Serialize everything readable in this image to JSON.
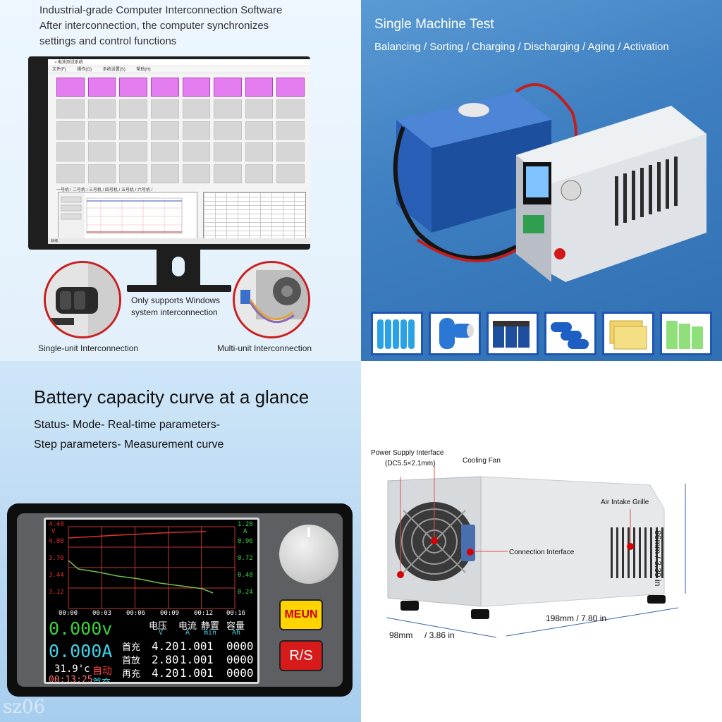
{
  "top_left": {
    "caption_lines": [
      "Industrial-grade Computer Interconnection Software",
      "After interconnection, the computer synchronizes",
      "settings and control functions"
    ],
    "note_lines": [
      "Only supports Windows",
      "system interconnection"
    ],
    "single_label": "Single-unit Interconnection",
    "multi_label": "Multi-unit Interconnection"
  },
  "top_right": {
    "title": "Single Machine Test",
    "subtitle": "Balancing / Sorting / Charging / Discharging / Aging / Activation"
  },
  "bottom_left": {
    "title": "Battery capacity curve at a glance",
    "sub_line1": "Status- Mode- Real-time parameters-",
    "sub_line2": "Step parameters- Measurement curve",
    "buttons": {
      "menu": "MEUN",
      "rs": "R/S"
    },
    "watermark": "sz06",
    "lcd": {
      "y_left": [
        "4.40",
        "V",
        "4.08",
        "3.76",
        "3.44",
        "3.12"
      ],
      "y_right": [
        "1.20",
        "A",
        "0.96",
        "0.72",
        "0.48",
        "0.24"
      ],
      "x_ticks": [
        "00:00",
        "00:03",
        "00:06",
        "00:09",
        "00:12",
        "00:16"
      ],
      "voltage": "0.000v",
      "current": "0.000A",
      "temp": "31.9'c",
      "mode": "自动",
      "time": "00:13:25",
      "headers": [
        "电压",
        "电流",
        "静置",
        "容量"
      ],
      "units": [
        "V",
        "A",
        "min",
        "Ah"
      ],
      "steps": [
        [
          "首充",
          "4.20",
          "1.00",
          "1",
          "0000"
        ],
        [
          "首放",
          "2.80",
          "1.00",
          "1",
          "0000"
        ],
        [
          "再充",
          "4.20",
          "1.00",
          "1",
          "0000"
        ]
      ],
      "step_active": "首充",
      "colors": {
        "grid": "#c0392b",
        "curve_top": "#e03030",
        "curve": "#6fbf4f",
        "green": "#3ad33a",
        "cyan": "#3fd2e8"
      }
    }
  },
  "bottom_right": {
    "power_label": "Power Supply Interface",
    "power_label_2": "(DC5.5×2.1mm)",
    "fan_label": "Cooling Fan",
    "grille_label": "Air Intake Grille",
    "conn_label": "Connection Interface",
    "dim_height": "86mm  / 3.39 in",
    "dim_length": "198mm / 7.80 in",
    "dim_width_a": "98mm",
    "dim_width_b": "/ 3.86 in"
  },
  "software": {
    "menu": [
      "文件(F)",
      "操作(O)",
      "系统设置(S)",
      "帮助(H)"
    ],
    "active_cells": 8,
    "total_cells": 40
  }
}
